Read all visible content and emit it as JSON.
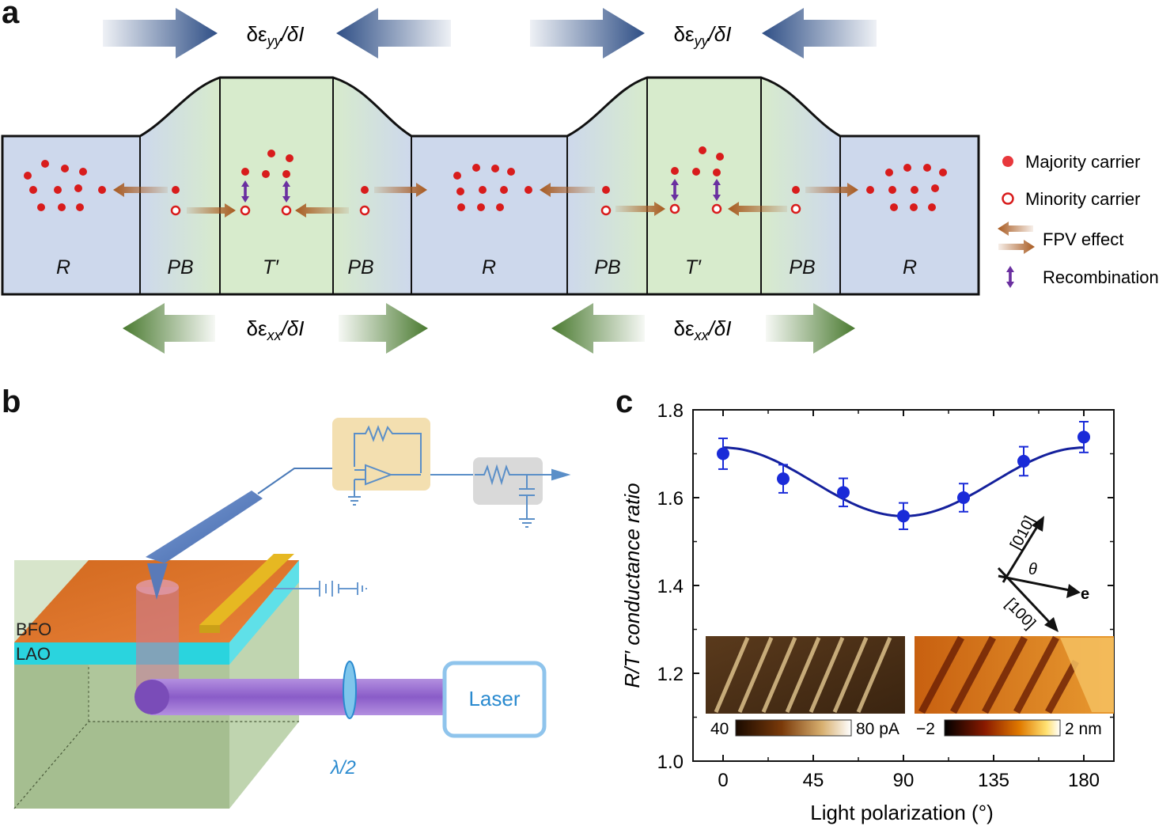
{
  "panels": {
    "a": {
      "letter": "a"
    },
    "b": {
      "letter": "b"
    },
    "c": {
      "letter": "c"
    }
  },
  "panel_a": {
    "top_arrow_label_strain": "δε",
    "top_arrow_label_sub": "yy",
    "top_arrow_label_rest": "/δI",
    "bottom_arrow_label_strain": "δε",
    "bottom_arrow_label_sub": "xx",
    "bottom_arrow_label_rest": "/δI",
    "regions": [
      "R",
      "PB",
      "T′",
      "PB",
      "R",
      "PB",
      "T′",
      "PB",
      "R"
    ],
    "legend": {
      "majority": "Majority carrier",
      "minority": "Minority carrier",
      "fpv": "FPV effect",
      "recombination": "Recombination"
    },
    "colors": {
      "R_region": "#cdd8ec",
      "T_region": "#d7ebcc",
      "carrier": "#d81c1c",
      "fpv_arrow": "#a85a20",
      "recombination": "#6a2fa0",
      "top_arrow": "#2f4f86",
      "bottom_arrow": "#4a7a30"
    }
  },
  "panel_b": {
    "bfo_label": "BFO",
    "lao_label": "LAO",
    "laser_label": "Laser",
    "waveplate_label": "λ/2",
    "colors": {
      "bfo": "#d2691e",
      "lao": "#2ad4de",
      "substrate": "#9fbf8a",
      "laser_beam": "#9b6fd0",
      "circuit": "#5b8fc8"
    }
  },
  "panel_c": {
    "inset_left_scale": {
      "min": "40",
      "max": "80 pA"
    },
    "inset_right_scale": {
      "min": "−2",
      "max": "2 nm"
    },
    "crystal_axes": {
      "axis1": "[010]",
      "axis2": "[100]",
      "angle": "θ",
      "field": "e"
    }
  },
  "chart_data": {
    "type": "scatter",
    "xlabel": "Light polarization (°)",
    "ylabel": "R/T′ conductance ratio",
    "xlim": [
      -15,
      195
    ],
    "ylim": [
      1.0,
      1.8
    ],
    "xticks": [
      0,
      45,
      90,
      135,
      180
    ],
    "yticks": [
      1.0,
      1.2,
      1.4,
      1.6,
      1.8
    ],
    "xticklabels": [
      "0",
      "45",
      "90",
      "135",
      "180"
    ],
    "yticklabels": [
      "1.0",
      "1.2",
      "1.4",
      "1.6",
      "1.8"
    ],
    "series": [
      {
        "x": [
          0,
          30,
          60,
          90,
          120,
          150,
          180
        ],
        "y": [
          1.7,
          1.643,
          1.612,
          1.558,
          1.6,
          1.683,
          1.738
        ],
        "err": [
          0.035,
          0.032,
          0.032,
          0.03,
          0.032,
          0.033,
          0.035
        ],
        "color": "#1a2bd8"
      }
    ],
    "fit": {
      "mean": 1.636,
      "amplitude": 0.078,
      "color": "#14209c"
    }
  }
}
